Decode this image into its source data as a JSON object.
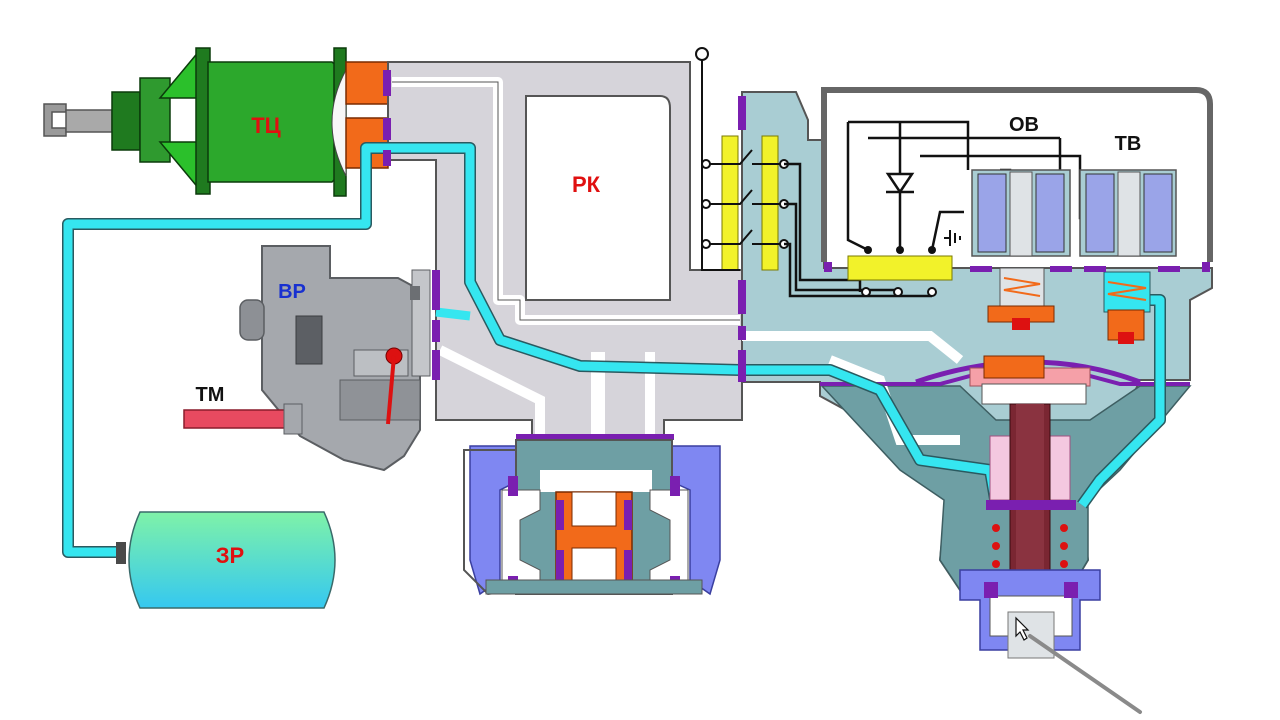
{
  "labels": {
    "brake_cylinder": "ТЦ",
    "air_distributor": "ВР",
    "brake_line": "ТМ",
    "reservoir": "ЗР",
    "chamber": "РК",
    "release_valve": "ОВ",
    "brake_valve": "ТВ"
  },
  "colors": {
    "label_red": "#e01010",
    "label_blue": "#1830d0",
    "label_black": "#111111",
    "air_cyan": "#35e6f0",
    "body_gray": "#d6d4da",
    "body_teal": "#a9cdd3",
    "body_dark_teal": "#6e9fa4",
    "seal_purple": "#7a1fb0",
    "piston_orange": "#f26a1a",
    "blue_parts": "#7f87f2",
    "cylinder_green": "#2aa02a",
    "contacts_yellow": "#f2f22a",
    "pipe_red": "#e84a60"
  },
  "icons": [
    "diode-icon",
    "ground-icon",
    "cursor-arrow-icon"
  ]
}
